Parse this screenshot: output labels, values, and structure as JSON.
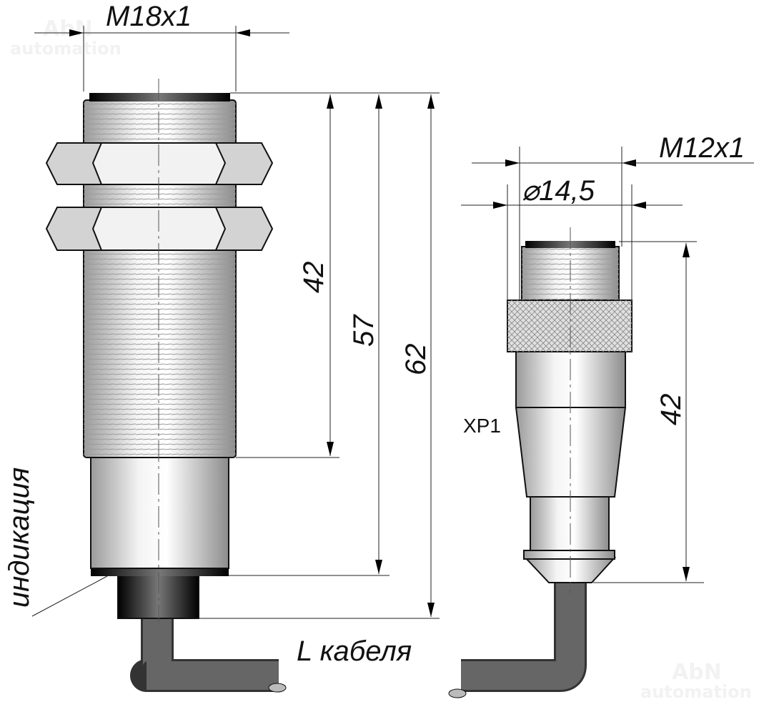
{
  "watermark": {
    "brand": "AbN",
    "sub": "automation"
  },
  "sensor": {
    "thread_label": "M18x1",
    "dim_thread_length": "42",
    "dim_body_length": "57",
    "dim_total_length": "62",
    "indicator_label": "индикация",
    "cable_label": "L кабеля"
  },
  "connector": {
    "thread_label": "M12x1",
    "diameter_label": "⌀14,5",
    "length_label": "42",
    "designator": "XP1"
  },
  "colors": {
    "metal": "#d9d9d9",
    "nut": "#cfcfcf",
    "cable": "#555555"
  }
}
